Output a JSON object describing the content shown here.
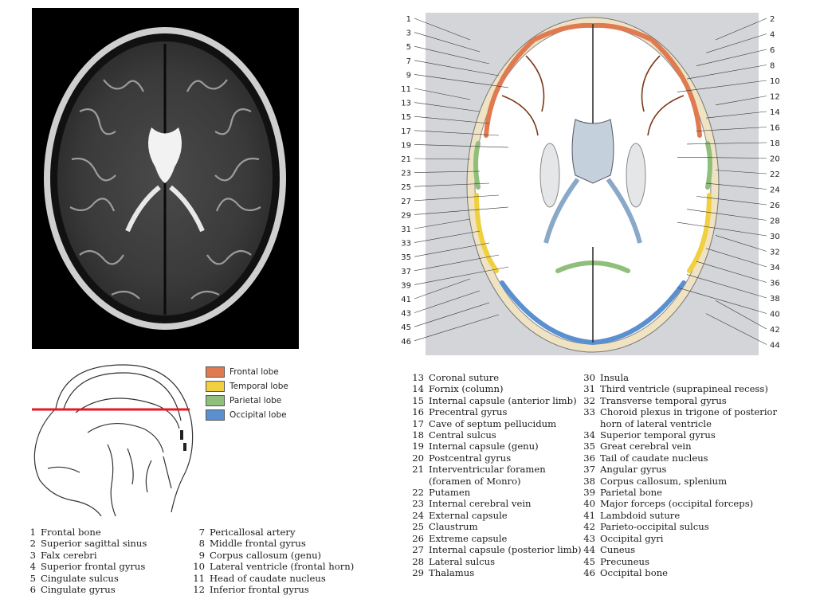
{
  "legend": [
    {
      "label": "Frontal lobe",
      "color": "#e07a50"
    },
    {
      "label": "Temporal lobe",
      "color": "#f0d040"
    },
    {
      "label": "Parietal lobe",
      "color": "#8fbf7a"
    },
    {
      "label": "Occipital lobe",
      "color": "#5a8fd0"
    }
  ],
  "callouts_left": [
    "1",
    "3",
    "5",
    "7",
    "9",
    "11",
    "13",
    "15",
    "17",
    "19",
    "21",
    "23",
    "25",
    "27",
    "29",
    "31",
    "33",
    "35",
    "37",
    "39",
    "41",
    "43",
    "45",
    "46"
  ],
  "callouts_right": [
    "2",
    "4",
    "6",
    "8",
    "10",
    "12",
    "14",
    "16",
    "18",
    "20",
    "22",
    "24",
    "26",
    "28",
    "30",
    "32",
    "34",
    "36",
    "38",
    "40",
    "42",
    "44"
  ],
  "key_col1": [
    {
      "num": "1",
      "text": "Frontal bone"
    },
    {
      "num": "2",
      "text": "Superior sagittal sinus"
    },
    {
      "num": "3",
      "text": "Falx cerebri"
    },
    {
      "num": "4",
      "text": "Superior frontal gyrus"
    },
    {
      "num": "5",
      "text": "Cingulate sulcus"
    },
    {
      "num": "6",
      "text": "Cingulate gyrus"
    }
  ],
  "key_col2": [
    {
      "num": "7",
      "text": "Pericallosal artery"
    },
    {
      "num": "8",
      "text": "Middle frontal gyrus"
    },
    {
      "num": "9",
      "text": "Corpus callosum (genu)"
    },
    {
      "num": "10",
      "text": "Lateral ventricle (frontal horn)"
    },
    {
      "num": "11",
      "text": "Head of caudate nucleus"
    },
    {
      "num": "12",
      "text": "Inferior frontal gyrus"
    }
  ],
  "key_col3": [
    {
      "num": "13",
      "text": "Coronal suture"
    },
    {
      "num": "14",
      "text": "Fornix (column)"
    },
    {
      "num": "15",
      "text": "Internal capsule (anterior limb)"
    },
    {
      "num": "16",
      "text": "Precentral gyrus"
    },
    {
      "num": "17",
      "text": "Cave of septum pellucidum"
    },
    {
      "num": "18",
      "text": "Central sulcus"
    },
    {
      "num": "19",
      "text": "Internal capsule (genu)"
    },
    {
      "num": "20",
      "text": "Postcentral gyrus"
    },
    {
      "num": "21",
      "text": "Interventricular foramen (foramen of Monro)"
    },
    {
      "num": "22",
      "text": "Putamen"
    },
    {
      "num": "23",
      "text": "Internal cerebral vein"
    },
    {
      "num": "24",
      "text": "External capsule"
    },
    {
      "num": "25",
      "text": "Claustrum"
    },
    {
      "num": "26",
      "text": "Extreme capsule"
    },
    {
      "num": "27",
      "text": "Internal capsule (posterior limb)"
    },
    {
      "num": "28",
      "text": "Lateral sulcus"
    },
    {
      "num": "29",
      "text": "Thalamus"
    }
  ],
  "key_col4": [
    {
      "num": "30",
      "text": "Insula"
    },
    {
      "num": "31",
      "text": "Third ventricle (suprapineal recess)"
    },
    {
      "num": "32",
      "text": "Transverse temporal gyrus"
    },
    {
      "num": "33",
      "text": "Choroid plexus in trigone of posterior horn of lateral ventricle"
    },
    {
      "num": "34",
      "text": "Superior temporal gyrus"
    },
    {
      "num": "35",
      "text": "Great cerebral vein"
    },
    {
      "num": "36",
      "text": "Tail of caudate nucleus"
    },
    {
      "num": "37",
      "text": "Angular gyrus"
    },
    {
      "num": "38",
      "text": "Corpus callosum, splenium"
    },
    {
      "num": "39",
      "text": "Parietal bone"
    },
    {
      "num": "40",
      "text": "Major forceps (occipital forceps)"
    },
    {
      "num": "41",
      "text": "Lambdoid suture"
    },
    {
      "num": "42",
      "text": "Parieto-occipital sulcus"
    },
    {
      "num": "43",
      "text": "Occipital gyri"
    },
    {
      "num": "44",
      "text": "Cuneus"
    },
    {
      "num": "45",
      "text": "Precuneus"
    },
    {
      "num": "46",
      "text": "Occipital bone"
    }
  ]
}
